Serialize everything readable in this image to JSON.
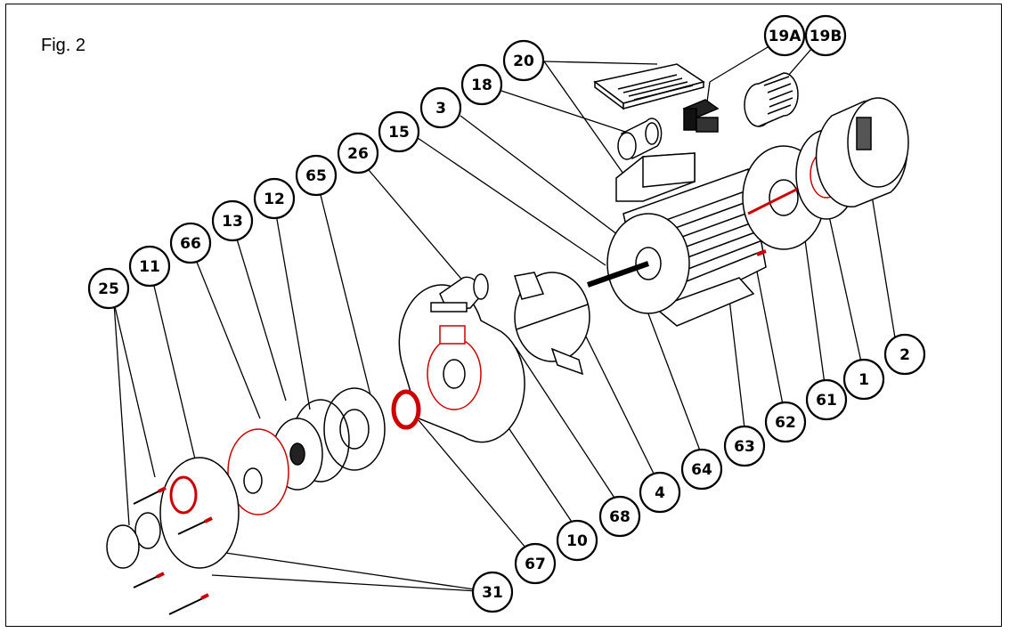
{
  "figure": {
    "label": "Fig. 2"
  },
  "callouts": [
    {
      "id": "c20",
      "label": "20"
    },
    {
      "id": "c19a",
      "label": "19A"
    },
    {
      "id": "c19b",
      "label": "19B"
    },
    {
      "id": "c18",
      "label": "18"
    },
    {
      "id": "c3",
      "label": "3"
    },
    {
      "id": "c15",
      "label": "15"
    },
    {
      "id": "c26",
      "label": "26"
    },
    {
      "id": "c65",
      "label": "65"
    },
    {
      "id": "c12",
      "label": "12"
    },
    {
      "id": "c13",
      "label": "13"
    },
    {
      "id": "c66",
      "label": "66"
    },
    {
      "id": "c11",
      "label": "11"
    },
    {
      "id": "c25",
      "label": "25"
    },
    {
      "id": "c2",
      "label": "2"
    },
    {
      "id": "c1",
      "label": "1"
    },
    {
      "id": "c61",
      "label": "61"
    },
    {
      "id": "c62",
      "label": "62"
    },
    {
      "id": "c63",
      "label": "63"
    },
    {
      "id": "c64",
      "label": "64"
    },
    {
      "id": "c4",
      "label": "4"
    },
    {
      "id": "c68",
      "label": "68"
    },
    {
      "id": "c10",
      "label": "10"
    },
    {
      "id": "c67",
      "label": "67"
    },
    {
      "id": "c31",
      "label": "31"
    }
  ],
  "colors": {
    "line": "#000000",
    "accent_red": "#cc0000",
    "background": "#ffffff"
  }
}
